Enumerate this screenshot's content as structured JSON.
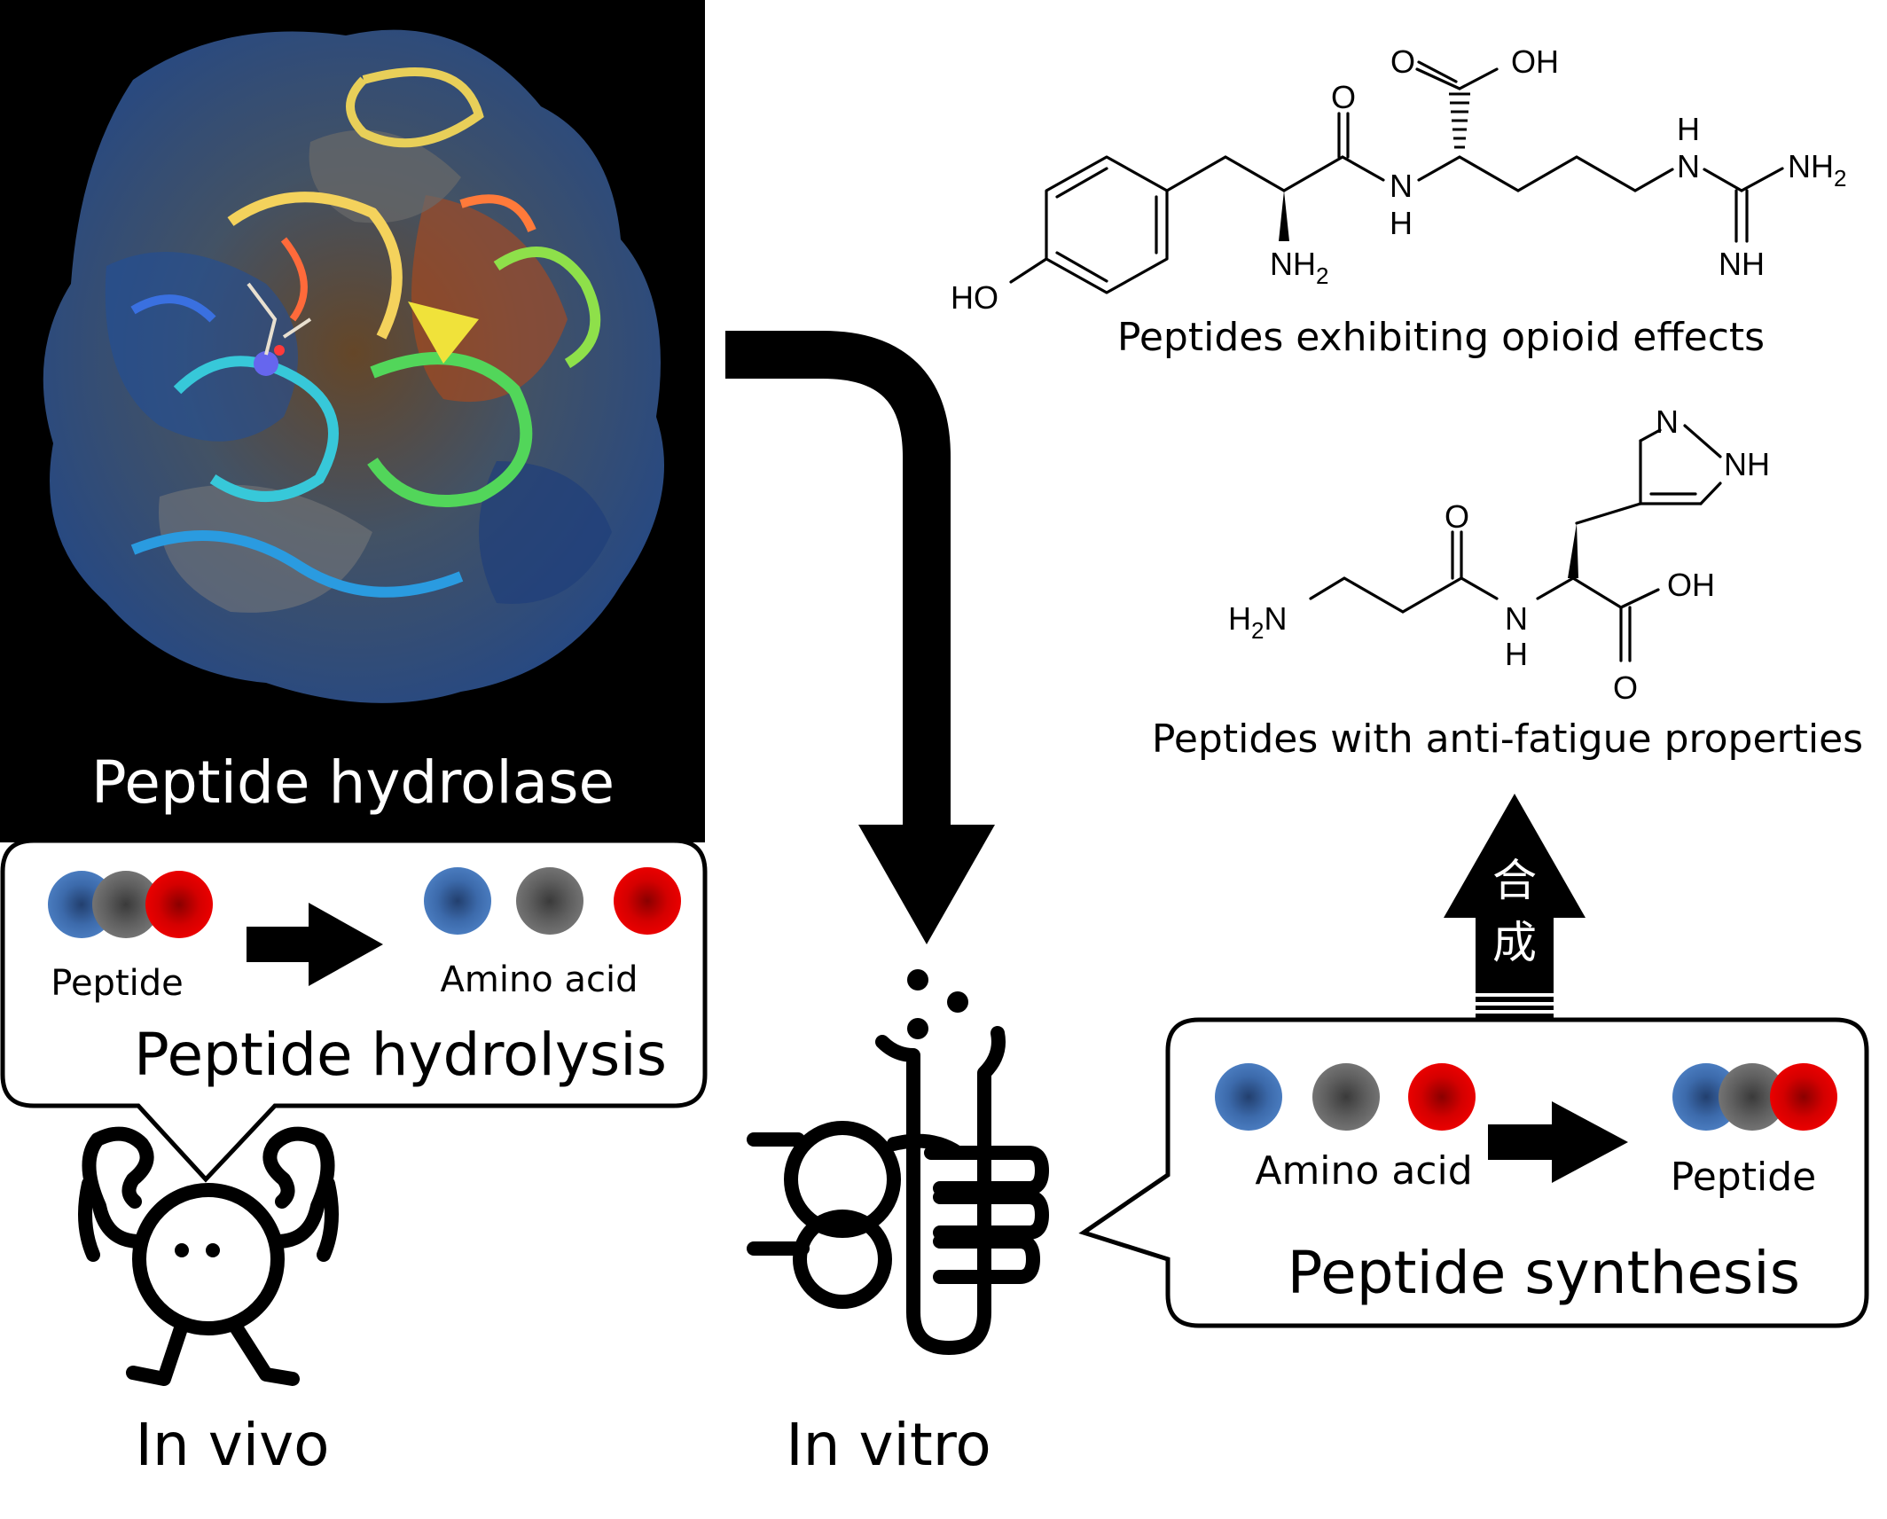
{
  "figure": {
    "enzyme_label": "Peptide hydrolase",
    "hydrolysis": {
      "title": "Peptide hydrolysis",
      "input_label": "Peptide",
      "output_label": "Amino acid"
    },
    "synthesis": {
      "title": "Peptide synthesis",
      "input_label": "Amino acid",
      "output_label": "Peptide"
    },
    "in_vivo_label": "In vivo",
    "in_vitro_label": "In vitro",
    "synthesis_arrow_label": "合成",
    "opioid_label": "Peptides exhibiting opioid effects",
    "antifatigue_label": "Peptides with anti-fatigue properties",
    "opioid_atoms": {
      "oxygen_top": "O",
      "hydroxyl_top": "OH",
      "carbonyl_o": "O",
      "amide_n": "N",
      "amide_h": "H",
      "guan_nh_top": "H",
      "guan_n": "N",
      "guan_nh2": "NH",
      "guan_nh2_sub": "2",
      "guan_nh": "NH",
      "amine": "NH",
      "amine_sub": "2",
      "phenol": "HO"
    },
    "antifatigue_atoms": {
      "imid_n": "N",
      "imid_nh": "NH",
      "carbonyl_o": "O",
      "amine_h2": "H",
      "amine_sub": "2",
      "amine_n": "N",
      "amide_n": "N",
      "amide_h": "H",
      "acid_oh": "OH",
      "acid_o": "O"
    },
    "colors": {
      "blue": "#3f6fb2",
      "gray": "#6b6b6b",
      "red": "#e00000",
      "panel_black": "#000000"
    }
  }
}
